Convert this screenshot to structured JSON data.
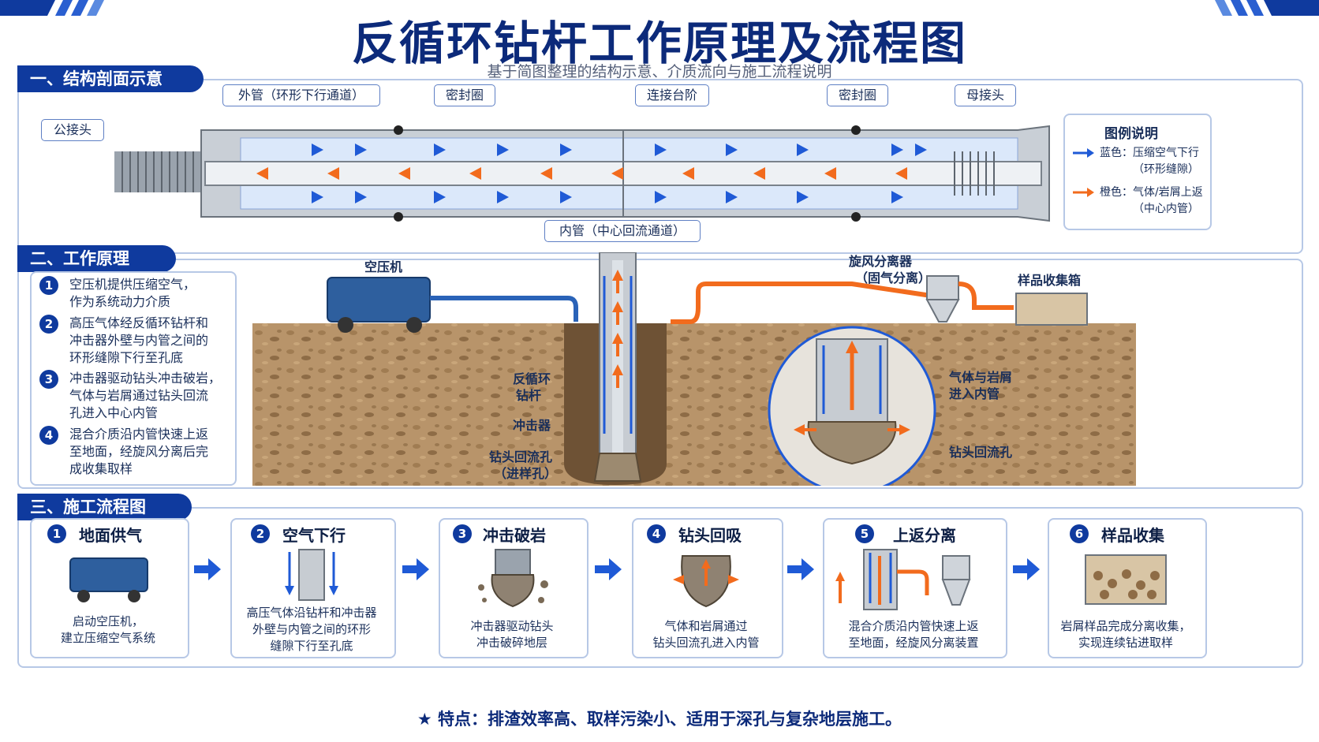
{
  "title": "反循环钻杆工作原理及流程图",
  "subtitle": "基于简图整理的结构示意、介质流向与施工流程说明",
  "sections": {
    "s1": "一、结构剖面示意",
    "s2": "二、工作原理",
    "s3": "三、施工流程图"
  },
  "structure": {
    "male_joint": "公接头",
    "outer_tube": "外管（环形下行通道）",
    "seal_left": "密封圈",
    "step_joint": "连接台阶",
    "seal_right": "密封圈",
    "female_joint": "母接头",
    "inner_tube": "内管（中心回流通道）"
  },
  "legend": {
    "title": "图例说明",
    "blue_label": "蓝色：压缩空气下行",
    "blue_sub": "（环形缝隙）",
    "orange_label": "橙色：气体/岩屑上返",
    "orange_sub": "（中心内管）"
  },
  "principles": [
    {
      "n": "1",
      "text1": "空压机提供压缩空气，",
      "text2": "作为系统动力介质",
      "text3": ""
    },
    {
      "n": "2",
      "text1": "高压气体经反循环钻杆和",
      "text2": "冲击器外壁与内管之间的",
      "text3": "环形缝隙下行至孔底"
    },
    {
      "n": "3",
      "text1": "冲击器驱动钻头冲击破岩，",
      "text2": "气体与岩屑通过钻头回流",
      "text3": "孔进入中心内管"
    },
    {
      "n": "4",
      "text1": "混合介质沿内管快速上返",
      "text2": "至地面，经旋风分离后完",
      "text3": "成收集取样"
    }
  ],
  "scene": {
    "compressor": "空压机",
    "cyclone1": "旋风分离器",
    "cyclone2": "（固气分离）",
    "sample_box": "样品收集箱",
    "rc_rod1": "反循环",
    "rc_rod2": "钻杆",
    "hammer": "冲击器",
    "bit_hole1": "钻头回流孔",
    "bit_hole2": "（进样孔）",
    "zoom_in": "气体与岩屑",
    "zoom_in2": "进入内管",
    "zoom_hole": "钻头回流孔"
  },
  "steps": [
    {
      "n": "1",
      "title": "地面供气",
      "d1": "启动空压机，",
      "d2": "建立压缩空气系统",
      "d3": ""
    },
    {
      "n": "2",
      "title": "空气下行",
      "d1": "高压气体沿钻杆和冲击器",
      "d2": "外壁与内管之间的环形",
      "d3": "缝隙下行至孔底"
    },
    {
      "n": "3",
      "title": "冲击破岩",
      "d1": "冲击器驱动钻头",
      "d2": "冲击破碎地层",
      "d3": ""
    },
    {
      "n": "4",
      "title": "钻头回吸",
      "d1": "气体和岩屑通过",
      "d2": "钻头回流孔进入内管",
      "d3": ""
    },
    {
      "n": "5",
      "title": "上返分离",
      "d1": "混合介质沿内管快速上返",
      "d2": "至地面，经旋风分离装置",
      "d3": ""
    },
    {
      "n": "6",
      "title": "样品收集",
      "d1": "岩屑样品完成分离收集，",
      "d2": "实现连续钻进取样",
      "d3": ""
    }
  ],
  "feature": "★  特点：排渣效率高、取样污染小、适用于深孔与复杂地层施工。",
  "colors": {
    "blue": "#1f5ad6",
    "orange": "#f26b1d",
    "navy": "#0f3a9e"
  }
}
